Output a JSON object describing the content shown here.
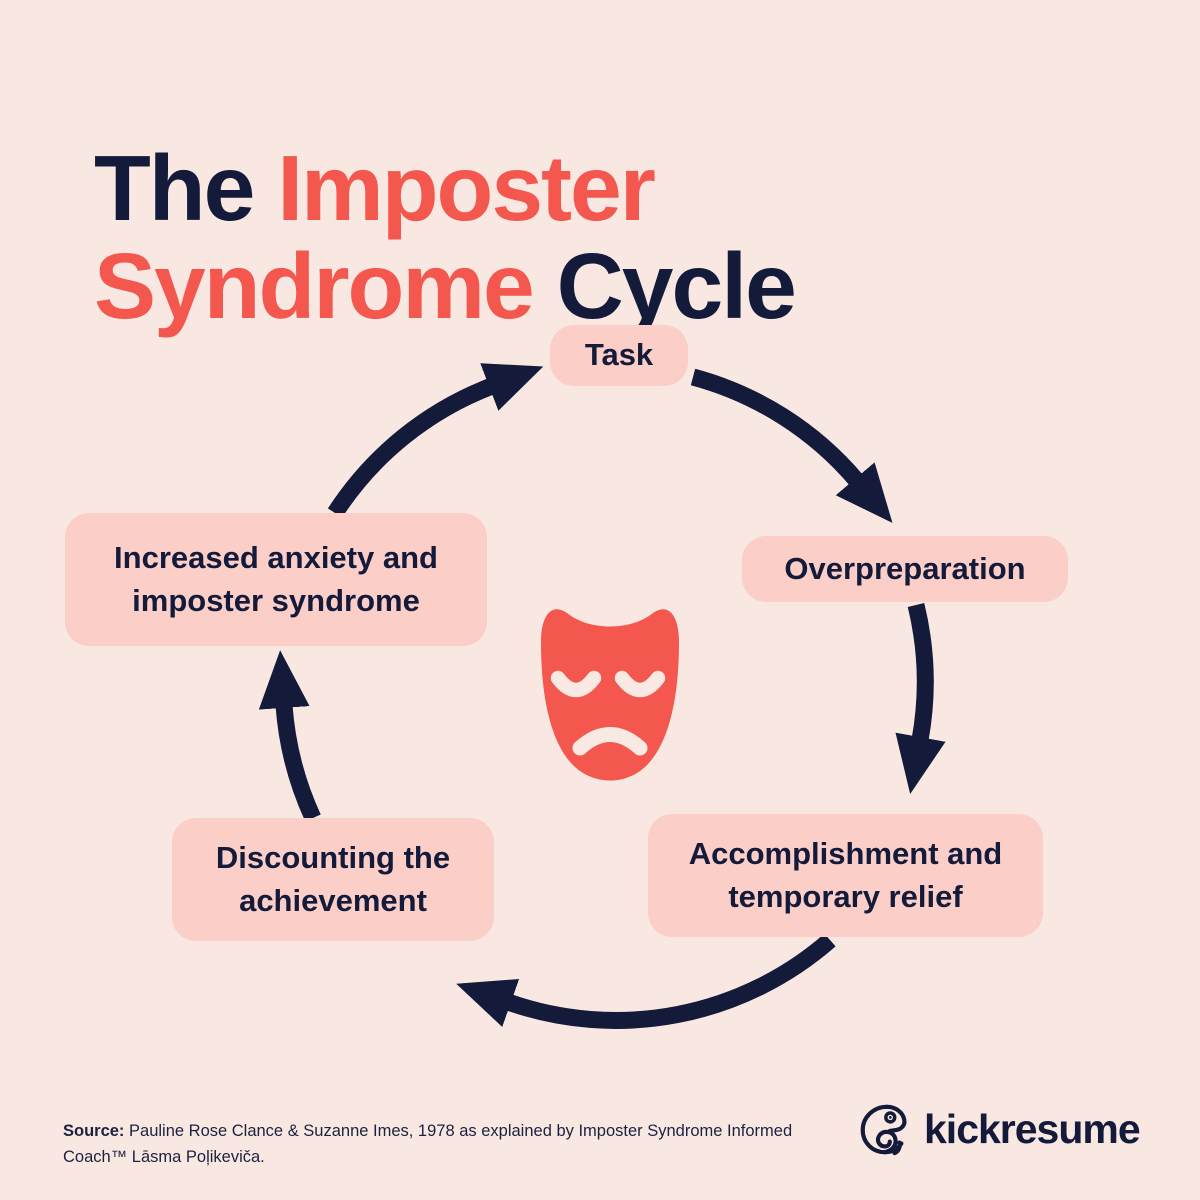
{
  "title": {
    "part1": "The ",
    "part2": "Imposter",
    "part3": "Syndrome ",
    "part4": "Cycle"
  },
  "nodes": [
    {
      "id": "task",
      "label": "Task"
    },
    {
      "id": "overpreparation",
      "label": "Overpreparation"
    },
    {
      "id": "accomplishment",
      "label": "Accomplishment and temporary relief"
    },
    {
      "id": "discounting",
      "label": "Discounting the achievement"
    },
    {
      "id": "anxiety",
      "label": "Increased anxiety and imposter syndrome"
    }
  ],
  "cycle_order": [
    "Task",
    "Overpreparation",
    "Accomplishment and temporary relief",
    "Discounting the achievement",
    "Increased anxiety and imposter syndrome"
  ],
  "center_icon": "sad-theater-mask",
  "footer": {
    "source_label": "Source:",
    "source_text": " Pauline Rose Clance & Suzanne Imes, 1978 as explained by Imposter Syndrome Informed Coach™ Lāsma Poļikeviča.",
    "brand": "kickresume",
    "brand_icon": "chameleon"
  },
  "colors": {
    "background": "#F9E8E2",
    "node_pink": "#FBCEC8",
    "coral": "#F4574D",
    "navy": "#131A3A",
    "cream": "#F9E9E3"
  }
}
